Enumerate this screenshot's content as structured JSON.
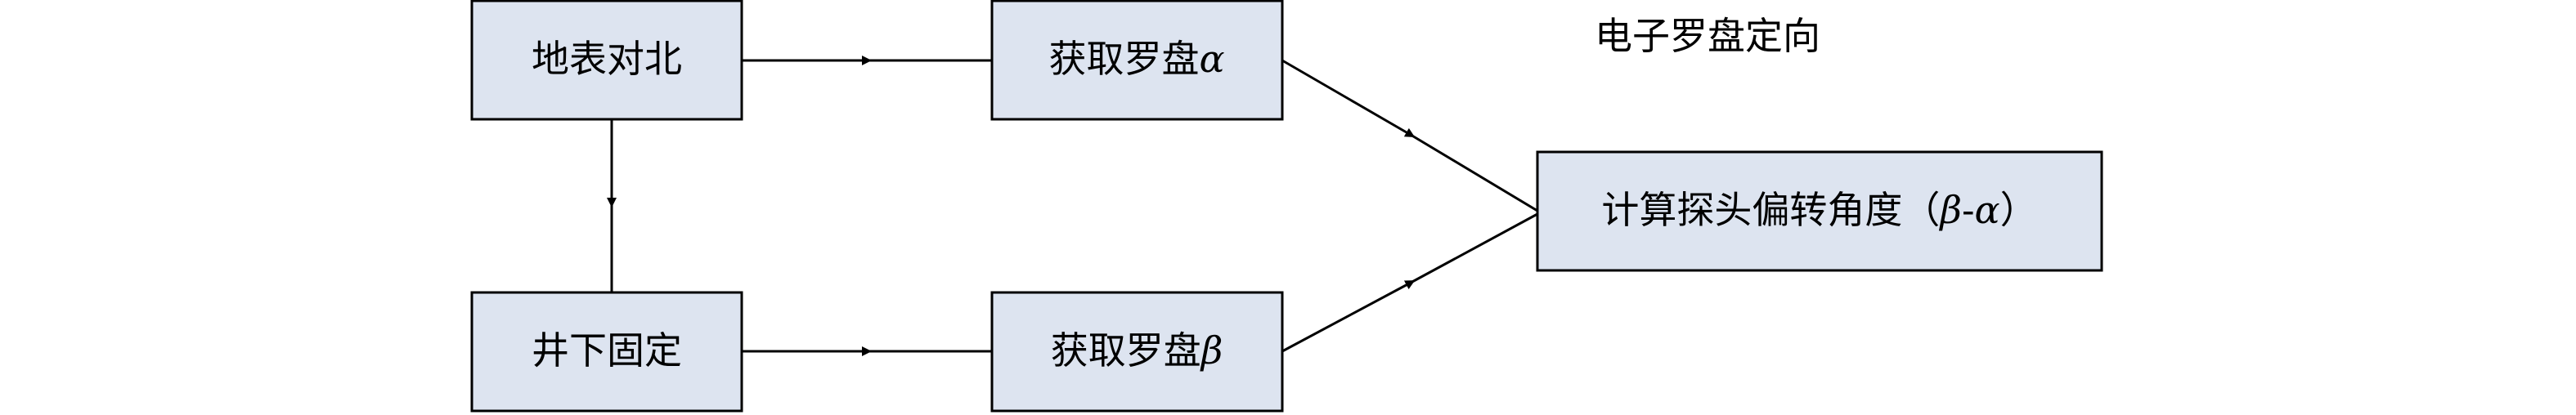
{
  "title": "电子罗盘定向",
  "nodes": {
    "surface_north": {
      "label": "地表对北"
    },
    "get_alpha": {
      "label": "获取罗盘",
      "symbol": "α"
    },
    "underground_fix": {
      "label": "井下固定"
    },
    "get_beta": {
      "label": "获取罗盘",
      "symbol": "β"
    },
    "compute": {
      "label": "计算探头偏转角度（",
      "symbol1": "β",
      "dash": "-",
      "symbol2": "α",
      "close": "）"
    }
  },
  "colors": {
    "box_fill": "#dde4f0",
    "box_stroke": "#000000",
    "line": "#000000",
    "background": "#ffffff"
  }
}
